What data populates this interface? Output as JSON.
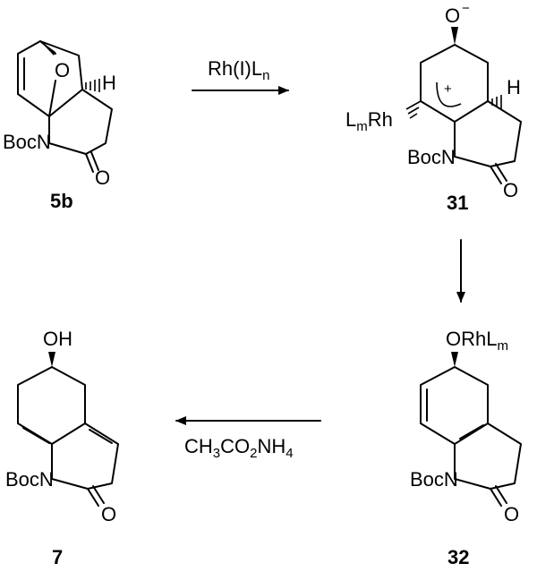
{
  "compounds": {
    "c5b": {
      "id": "5b",
      "atoms": {
        "o_bridge": "O",
        "h_ring": "H",
        "boc_n": "BocN",
        "o_carbonyl": "O"
      }
    },
    "c31": {
      "id": "31",
      "atoms": {
        "o_anion": "O",
        "charge": "−",
        "cation": "+",
        "h_ring": "H",
        "lm_rh": "LmRh",
        "boc_n": "BocN",
        "o_carbonyl": "O"
      }
    },
    "c32": {
      "id": "32",
      "atoms": {
        "orhlm": "ORhLm",
        "boc_n": "BocN",
        "o_carbonyl": "O"
      }
    },
    "c7": {
      "id": "7",
      "atoms": {
        "oh": "OH",
        "boc_n": "BocN",
        "o_carbonyl": "O"
      }
    }
  },
  "arrows": {
    "a1": {
      "reagent": "Rh(I)Ln"
    },
    "a2": {
      "reagent": ""
    },
    "a3": {
      "reagent": "CH3CO2NH4"
    }
  },
  "text_parts": {
    "rh": "Rh(I)L",
    "n": "n",
    "L": "L",
    "m": "m",
    "Rh": "Rh",
    "ORhL": "ORhL",
    "CH": "CH",
    "three": "3",
    "CO": "CO",
    "two": "2",
    "NH": "NH",
    "four": "4",
    "Boc": "Boc",
    "N": "N"
  }
}
